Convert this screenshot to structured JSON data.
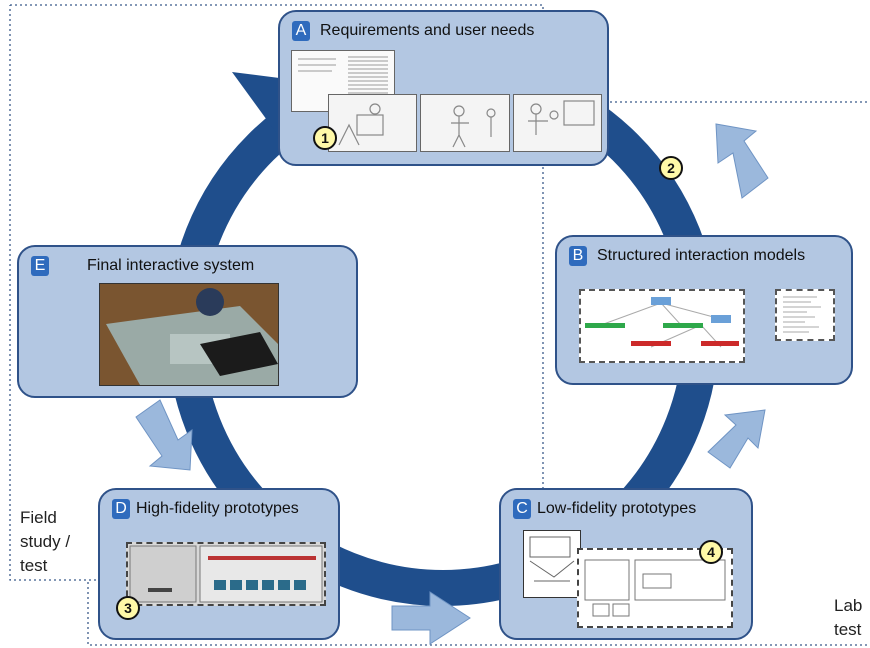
{
  "steps": {
    "a": {
      "letter": "A",
      "title": "Requirements and user needs"
    },
    "b": {
      "letter": "B",
      "title": "Structured interaction models"
    },
    "c": {
      "letter": "C",
      "title": "Low-fidelity prototypes"
    },
    "d": {
      "letter": "D",
      "title": "High-fidelity prototypes"
    },
    "e": {
      "letter": "E",
      "title": "Final interactive system"
    }
  },
  "markers": [
    "1",
    "2",
    "3",
    "4"
  ],
  "regions": {
    "field": [
      "Field",
      "study /",
      "test"
    ],
    "lab": [
      "Lab",
      "test"
    ]
  },
  "colors": {
    "cycle_arrow": "#1f4e8c",
    "box_fill": "#b3c7e2",
    "box_border": "#2f5289",
    "flow_arrow": "#9bb8dc",
    "letter_badge": "#2f6bbd",
    "marker_fill": "#fff9a8"
  },
  "icons": [
    "cycle-arrow",
    "flow-arrow"
  ]
}
